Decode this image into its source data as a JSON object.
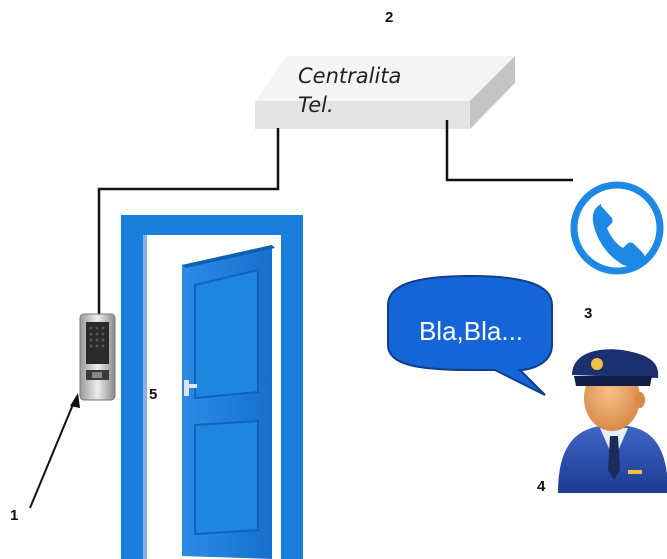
{
  "labels": {
    "n1": "1",
    "n2": "2",
    "n3": "3",
    "n4": "4",
    "n5": "5"
  },
  "pbx": {
    "line1": "Centralita",
    "line2": "Tel."
  },
  "speech": {
    "text": "Bla,Bla..."
  },
  "colors": {
    "door": "#1a7fdc",
    "door_dark": "#0f5fb3",
    "phone": "#1e88e5",
    "bubble": "#1565d8",
    "pbx_top": "#f3f3f3",
    "pbx_side": "#c9c9c9",
    "wire": "#111111"
  },
  "icons": {
    "phone": "phone-icon",
    "intercom": "intercom-panel",
    "guard": "security-guard-avatar"
  }
}
